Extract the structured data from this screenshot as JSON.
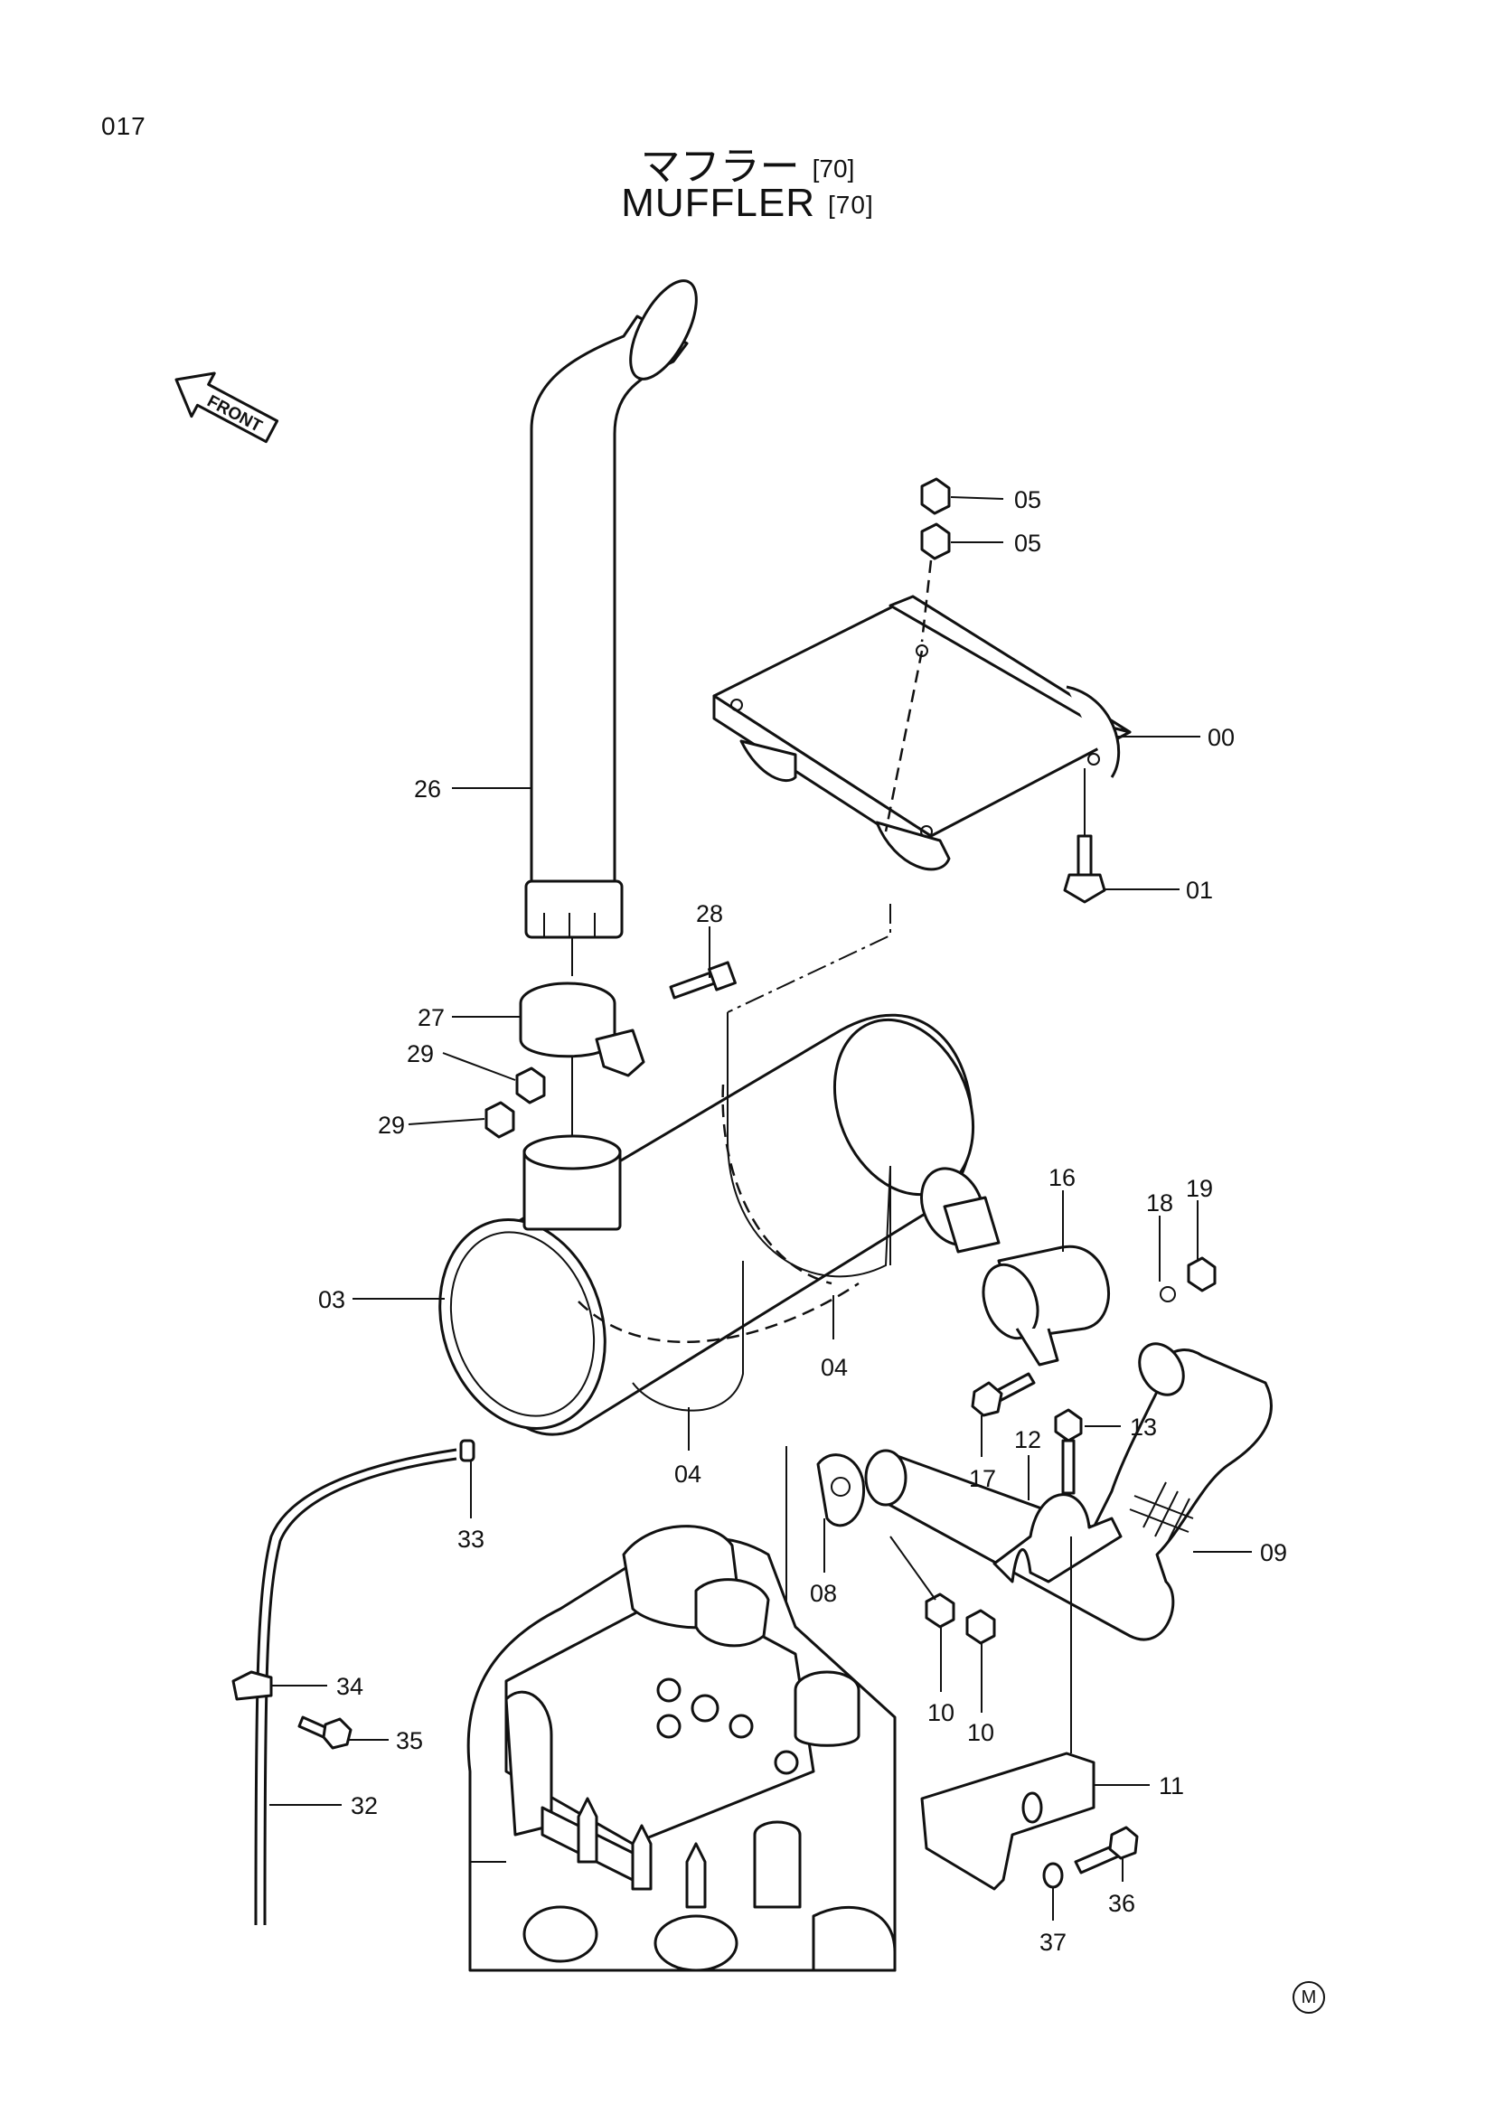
{
  "page_number": "017",
  "title_jp": "マフラー",
  "title_en": "MUFFLER",
  "group_ref": "[70]",
  "direction_label": "FRONT",
  "footer_mark": "M",
  "callouts": [
    {
      "id": "05a",
      "label": "05"
    },
    {
      "id": "05b",
      "label": "05"
    },
    {
      "id": "00",
      "label": "00"
    },
    {
      "id": "26",
      "label": "26"
    },
    {
      "id": "01",
      "label": "01"
    },
    {
      "id": "28",
      "label": "28"
    },
    {
      "id": "27",
      "label": "27"
    },
    {
      "id": "29a",
      "label": "29"
    },
    {
      "id": "29b",
      "label": "29"
    },
    {
      "id": "16",
      "label": "16"
    },
    {
      "id": "19",
      "label": "19"
    },
    {
      "id": "18",
      "label": "18"
    },
    {
      "id": "03",
      "label": "03"
    },
    {
      "id": "04a",
      "label": "04"
    },
    {
      "id": "04b",
      "label": "04"
    },
    {
      "id": "12",
      "label": "12"
    },
    {
      "id": "13",
      "label": "13"
    },
    {
      "id": "17",
      "label": "17"
    },
    {
      "id": "33",
      "label": "33"
    },
    {
      "id": "08",
      "label": "08"
    },
    {
      "id": "09",
      "label": "09"
    },
    {
      "id": "34",
      "label": "34"
    },
    {
      "id": "35",
      "label": "35"
    },
    {
      "id": "10a",
      "label": "10"
    },
    {
      "id": "10b",
      "label": "10"
    },
    {
      "id": "11",
      "label": "11"
    },
    {
      "id": "32",
      "label": "32"
    },
    {
      "id": "36",
      "label": "36"
    },
    {
      "id": "37",
      "label": "37"
    }
  ]
}
